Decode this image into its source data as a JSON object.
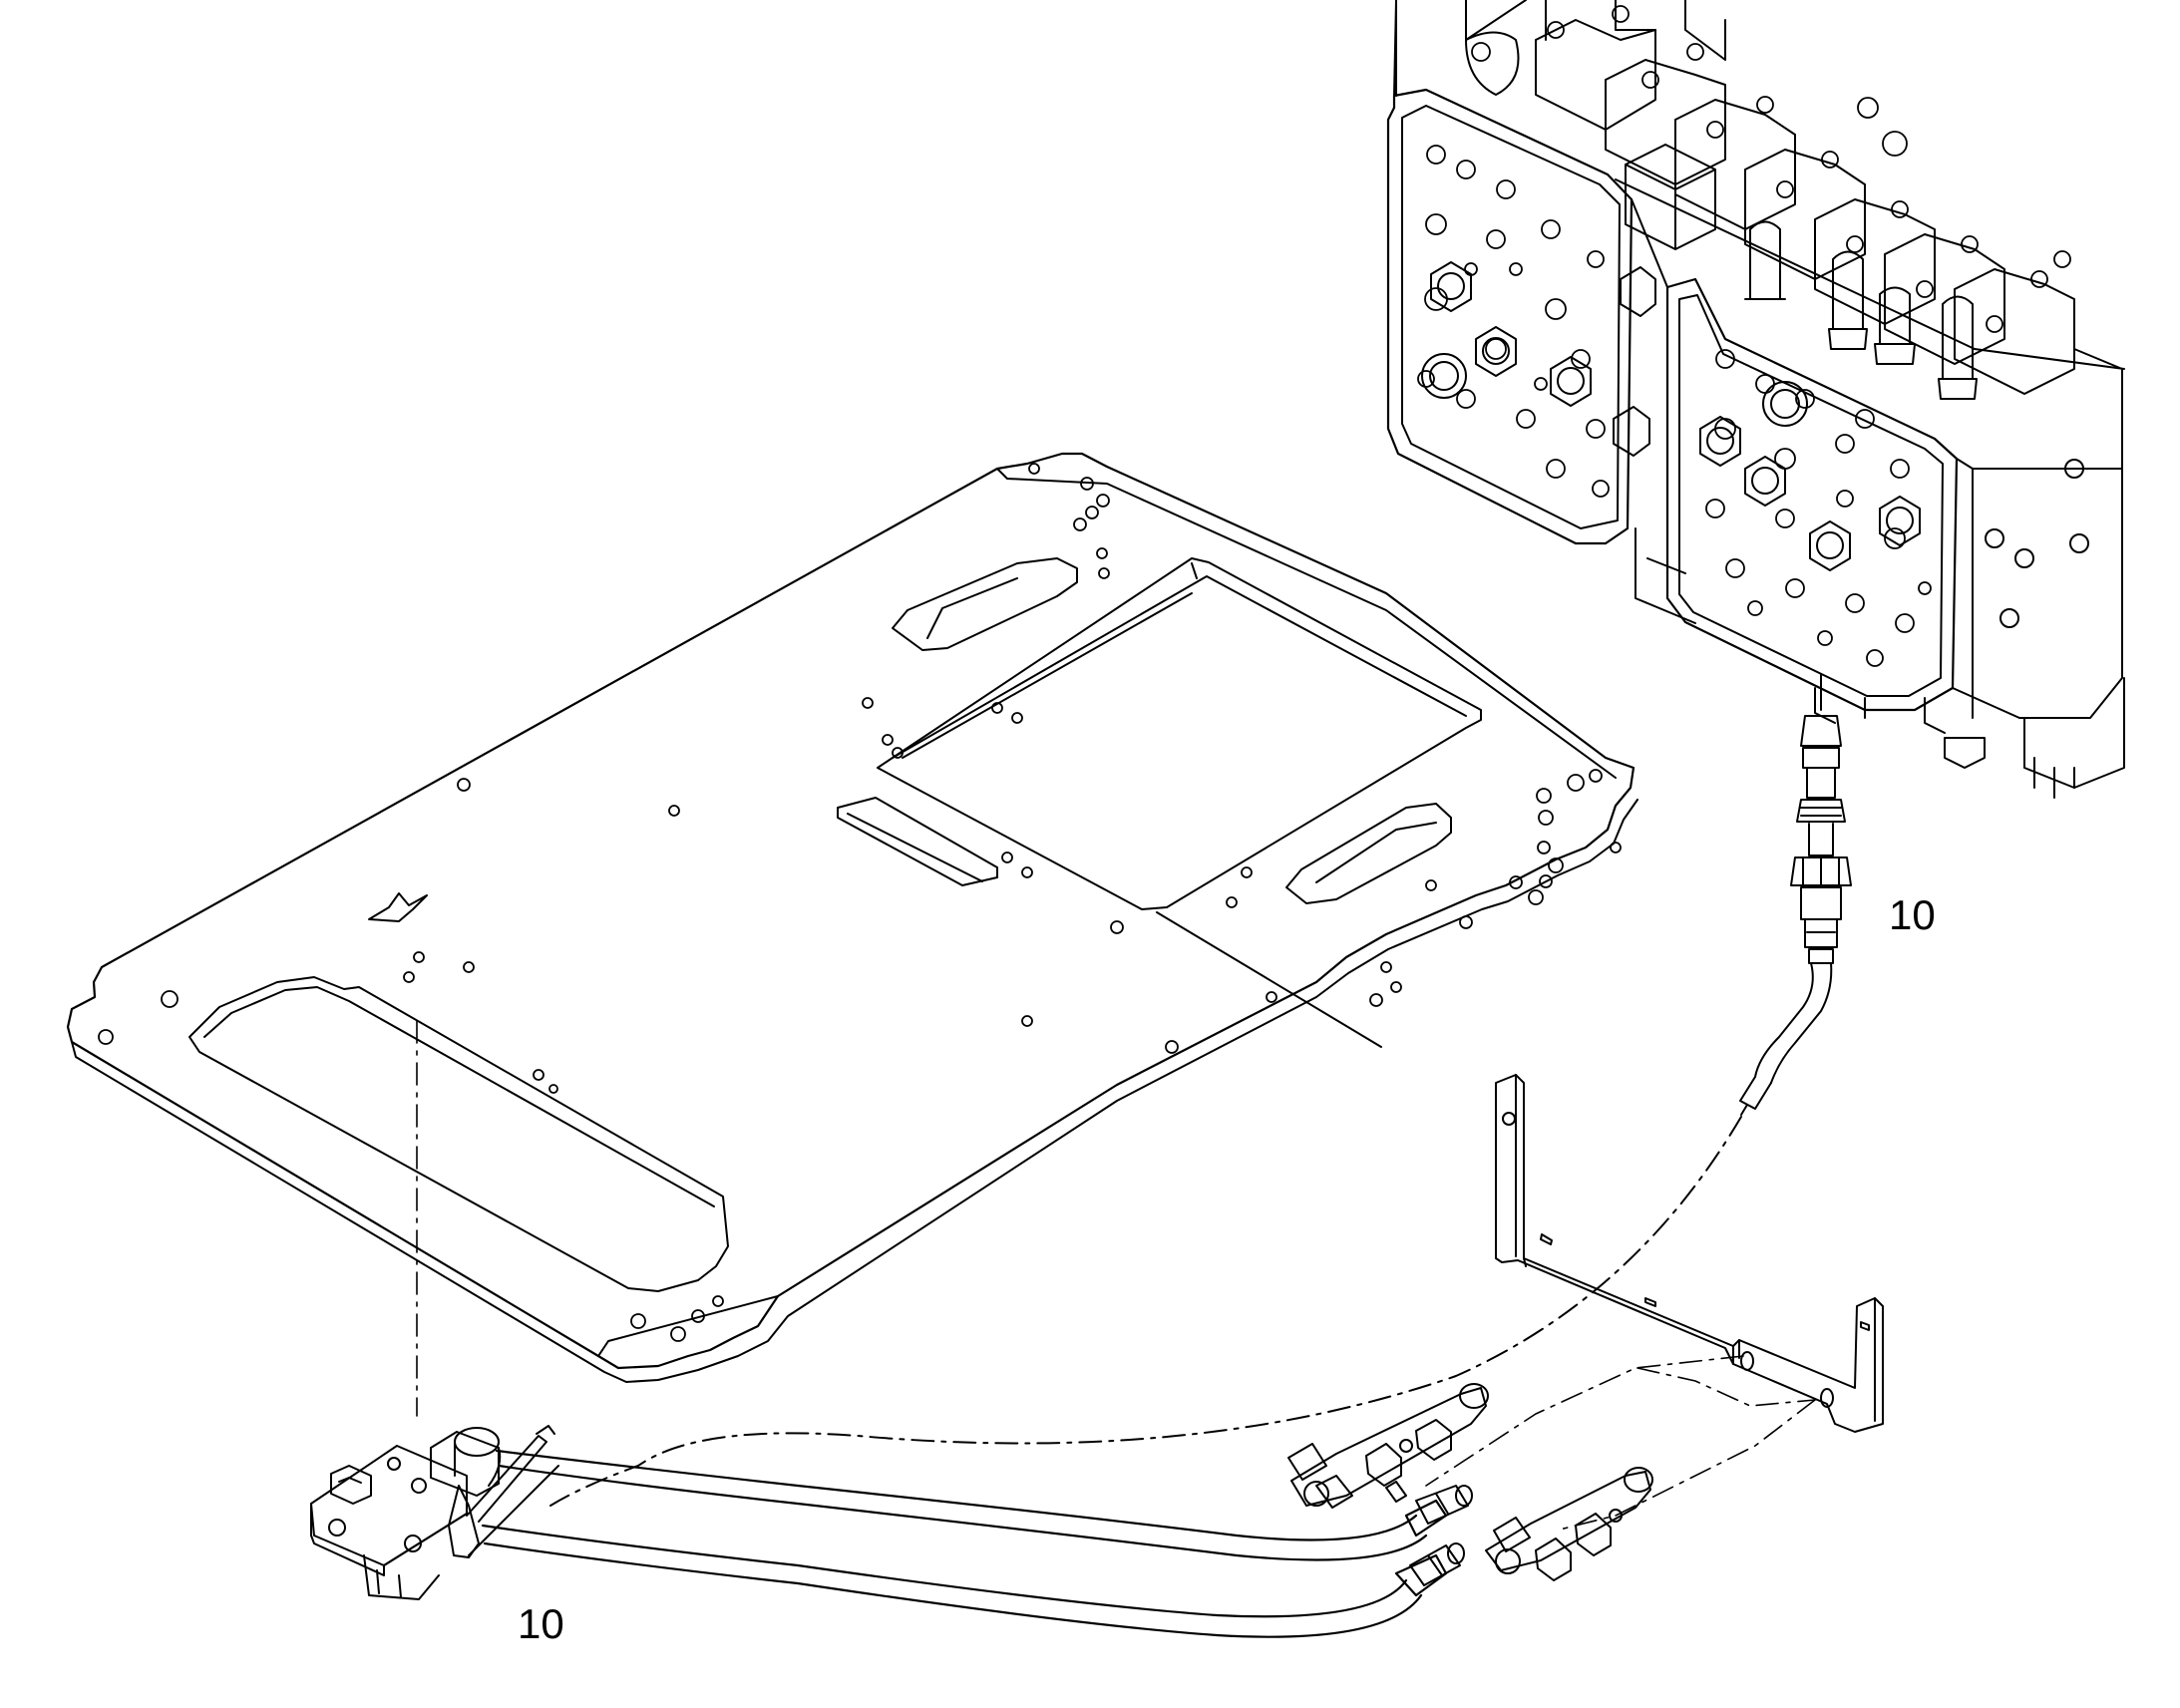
{
  "diagram": {
    "line_color": "#000000",
    "background": "#ffffff",
    "parts": [
      "control-valve-block",
      "cab-floor-plate",
      "pressure-sensor",
      "sensor-cable",
      "mounting-bracket",
      "pilot-valve",
      "hydraulic-hoses",
      "hose-fittings"
    ]
  },
  "callouts": {
    "top": "10",
    "bottom": "10"
  }
}
